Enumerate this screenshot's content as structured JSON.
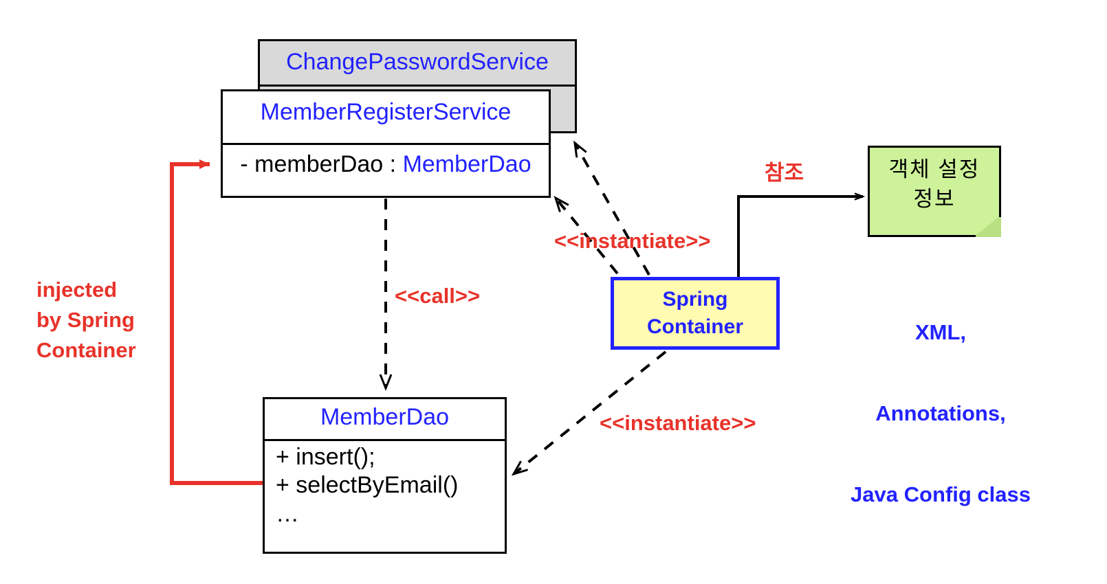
{
  "diagram": {
    "title": "Spring Container dependency injection diagram",
    "colors": {
      "class_name_blue": "#2222ff",
      "annotation_red": "#e8332a",
      "container_fill": "#fffbb0",
      "container_border": "#2222ff",
      "note_fill": "#cdf29a",
      "shaded_class_fill": "#d9d9d9",
      "line_black": "#000000"
    }
  },
  "classes": {
    "change_password_service": {
      "name": "ChangePasswordService",
      "fill": "shaded"
    },
    "member_register_service": {
      "name": "MemberRegisterService",
      "attribute_visibility": "-",
      "attribute_name": "memberDao",
      "attribute_separator": " : ",
      "attribute_type": "MemberDao",
      "attribute_full": "- memberDao : MemberDao"
    },
    "member_dao": {
      "name": "MemberDao",
      "methods": [
        "+ insert();",
        "+ selectByEmail()",
        "…"
      ]
    }
  },
  "container": {
    "line1": "Spring",
    "line2": "Container"
  },
  "note": {
    "line1": "객체 설정",
    "line2": "정보",
    "formats": [
      "XML,",
      "Annotations,",
      "Java Config class"
    ]
  },
  "labels": {
    "injected": "injected\nby Spring\nContainer",
    "instantiate_top": "<<instantiate>>",
    "instantiate_bottom": "<<instantiate>>",
    "call": "<<call>>",
    "reference_ko": "참조"
  },
  "edges": [
    {
      "name": "inject-memberdao-to-memberregisterservice",
      "style": "solid",
      "color": "#e8332a",
      "arrow": "filled"
    },
    {
      "name": "call-memberregisterservice-to-memberdao",
      "style": "dashed",
      "color": "#000000",
      "arrow": "open"
    },
    {
      "name": "instantiate-container-to-changepasswordservice",
      "style": "dashed",
      "color": "#000000",
      "arrow": "open"
    },
    {
      "name": "instantiate-container-to-memberregisterservice",
      "style": "dashed",
      "color": "#000000",
      "arrow": "open"
    },
    {
      "name": "instantiate-container-to-memberdao",
      "style": "dashed",
      "color": "#000000",
      "arrow": "open"
    },
    {
      "name": "reference-container-to-config-note",
      "style": "solid",
      "color": "#000000",
      "arrow": "open"
    }
  ]
}
